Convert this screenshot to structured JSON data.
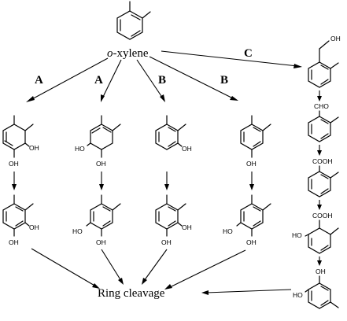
{
  "start_compound": {
    "prefix": "o",
    "suffix": "-xylene"
  },
  "pathway_labels": {
    "A1": "A",
    "A2": "A",
    "B1": "B",
    "B2": "B",
    "C": "C"
  },
  "product": "Ring cleavage",
  "groups": {
    "OH": "OH",
    "HO": "HO",
    "CHO": "CHO",
    "COOH": "COOH"
  }
}
